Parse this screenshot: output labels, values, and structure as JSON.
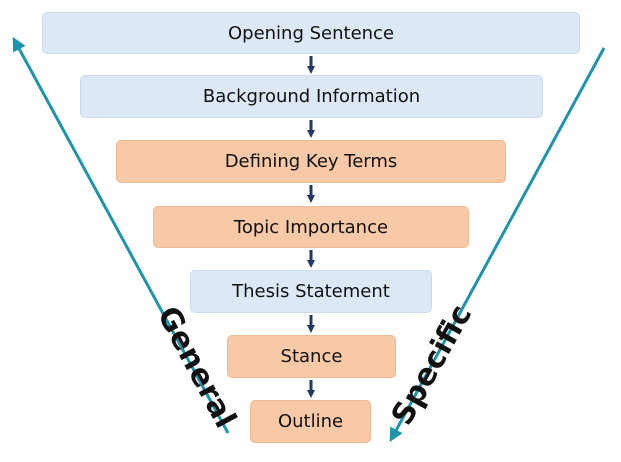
{
  "steps": [
    {
      "label": "Opening Sentence"
    },
    {
      "label": "Background Information"
    },
    {
      "label": "Defining Key Terms"
    },
    {
      "label": "Topic Importance"
    },
    {
      "label": "Thesis Statement"
    },
    {
      "label": "Stance"
    },
    {
      "label": "Outline"
    }
  ],
  "side_labels": {
    "left": "General",
    "right": "Specific"
  },
  "colors": {
    "blue_fill": "#dce8f5",
    "orange_fill": "#f8c9a6",
    "connector_arrow": "#1f3864",
    "side_arrow": "#1e94ad"
  }
}
